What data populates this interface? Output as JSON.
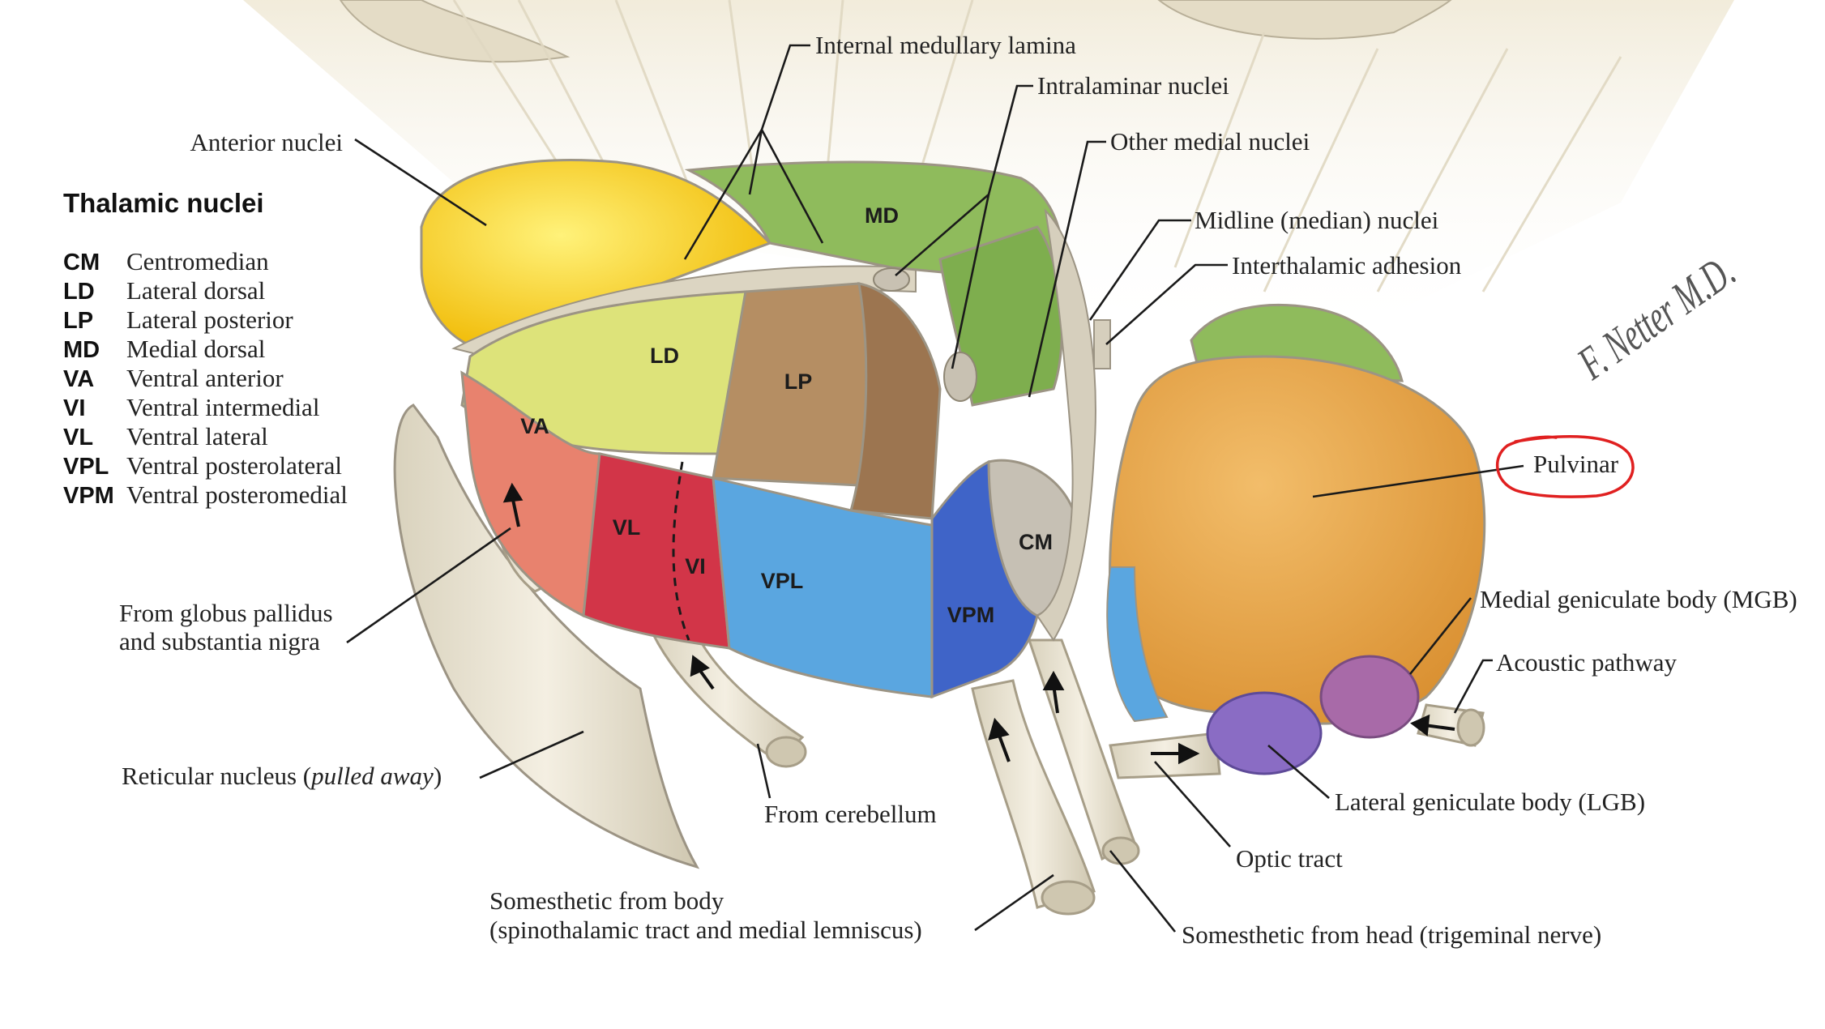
{
  "key": {
    "heading": "Thalamic nuclei",
    "items": [
      {
        "abbr": "CM",
        "name": "Centromedian"
      },
      {
        "abbr": "LD",
        "name": "Lateral dorsal"
      },
      {
        "abbr": "LP",
        "name": "Lateral posterior"
      },
      {
        "abbr": "MD",
        "name": "Medial dorsal"
      },
      {
        "abbr": "VA",
        "name": "Ventral anterior"
      },
      {
        "abbr": "VI",
        "name": "Ventral intermedial"
      },
      {
        "abbr": "VL",
        "name": "Ventral lateral"
      },
      {
        "abbr": "VPL",
        "name": "Ventral posterolateral"
      },
      {
        "abbr": "VPM",
        "name": "Ventral posteromedial"
      }
    ]
  },
  "nuclei_labels": {
    "md": "MD",
    "ld": "LD",
    "lp": "LP",
    "va": "VA",
    "vl": "VL",
    "vi": "VI",
    "vpl": "VPL",
    "vpm": "VPM",
    "cm": "CM"
  },
  "callouts": {
    "internal_medullary_lamina": "Internal medullary lamina",
    "intralaminar_nuclei": "Intralaminar nuclei",
    "other_medial_nuclei": "Other medial nuclei",
    "midline_nuclei": "Midline (median) nuclei",
    "interthalamic_adhesion": "Interthalamic adhesion",
    "anterior_nuclei": "Anterior nuclei",
    "pulvinar": "Pulvinar",
    "mgb": "Medial geniculate body (MGB)",
    "acoustic_pathway": "Acoustic pathway",
    "lgb": "Lateral geniculate body (LGB)",
    "optic_tract": "Optic tract",
    "somesthetic_head": "Somesthetic from head (trigeminal nerve)",
    "somesthetic_body_1": "Somesthetic from body",
    "somesthetic_body_2": "(spinothalamic tract and medial lemniscus)",
    "from_cerebellum": "From cerebellum",
    "reticular_prefix": "Reticular nucleus (",
    "reticular_italic": "pulled away",
    "reticular_suffix": ")",
    "globus_1": "From globus pallidus",
    "globus_2": "and substantia nigra"
  },
  "signature": "F. Netter M.D.",
  "colors": {
    "anterior": "#f2c51a",
    "md": "#8cb85a",
    "ld": "#dde37a",
    "lp": "#b08a62",
    "va": "#e8826e",
    "vl": "#d23548",
    "vpl": "#5aa6e0",
    "vpm": "#3f64c8",
    "cm": "#c6c0b4",
    "pulvinar": "#e3a04a",
    "mgb": "#a86aa8",
    "lgb": "#8a6cc4",
    "tract": "#e9e3d2",
    "annotation": "#e02020"
  }
}
